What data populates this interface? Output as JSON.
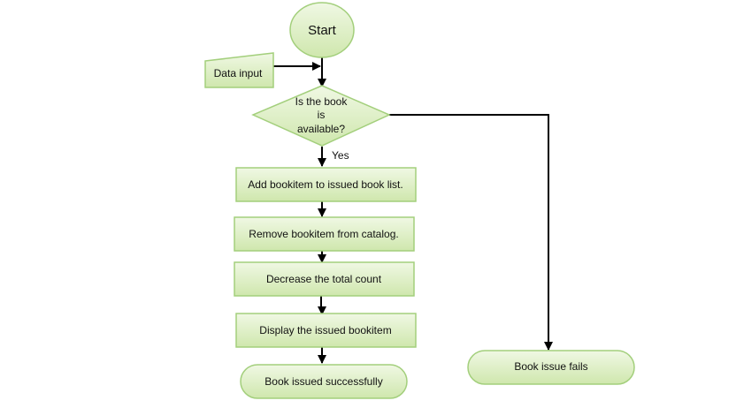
{
  "colors": {
    "fill_light": "#f0f8e4",
    "fill_dark": "#cfe7ad",
    "border": "#a3cf7c",
    "connector": "#000000"
  },
  "flowchart": {
    "start": "Start",
    "data_input": "Data input",
    "decision": [
      "Is the book",
      "is",
      "available?"
    ],
    "yes_label": "Yes",
    "step_add": "Add bookitem to issued book list.",
    "step_remove": "Remove bookitem from catalog.",
    "step_decrease": "Decrease the total count",
    "step_display": "Display the issued bookitem",
    "end_success": "Book issued successfully",
    "end_fail": "Book issue fails"
  }
}
